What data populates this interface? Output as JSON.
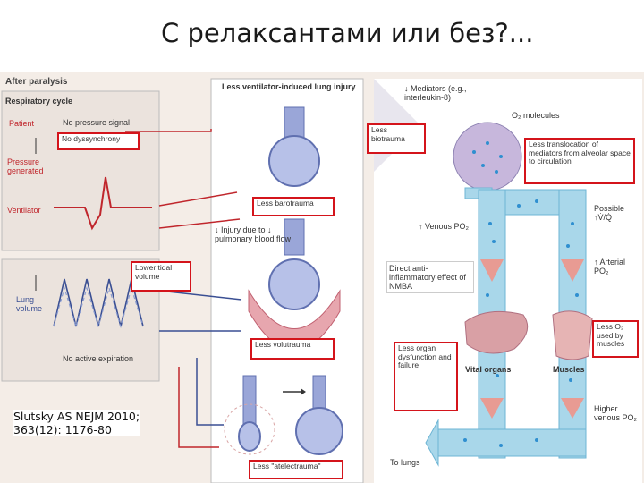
{
  "title": "С релаксантами или без?...",
  "citation": {
    "line1": "Slutsky AS NEJM 2010;",
    "line2": "363(12): 1176-80"
  },
  "left": {
    "after_paralysis": "After paralysis",
    "respiratory_cycle": "Respiratory cycle",
    "patient": "Patient",
    "pressure_generated": "Pressure generated",
    "ventilator": "Ventilator",
    "lung_volume": "Lung volume",
    "no_pressure_signal": "No pressure signal",
    "no_dyssynchrony": "No dyssynchrony",
    "lower_tidal_volume": "Lower tidal volume",
    "no_active_expiration": "No active expiration"
  },
  "middle": {
    "heading": "Less ventilator-induced lung injury",
    "less_barotrauma": "Less barotrauma",
    "injury_due": "↓ Injury due to ↓ pulmonary blood flow",
    "less_volutrauma": "Less volutrauma",
    "less_atelectrauma": "Less \"atelectrauma\""
  },
  "right": {
    "mediators": "↓ Mediators (e.g., interleukin-8)",
    "less_biotrauma": "Less biotrauma",
    "o2_molecules": "O₂ molecules",
    "less_translocation": "Less translocation of mediators from alveolar space to circulation",
    "venous_po2": "↑ Venous PO₂",
    "possible_vq": "Possible ↑V̇/Q̇",
    "arterial_po2": "↑ Arterial PO₂",
    "direct_anti": "Direct anti-inflammatory effect of NMBA",
    "less_o2_used": "Less O₂ used by muscles",
    "less_organ": "Less organ dysfunction and failure",
    "vital_organs": "Vital organs",
    "muscles": "Muscles",
    "higher_venous": "Higher venous PO₂",
    "to_lungs": "To lungs"
  },
  "colors": {
    "highlight_box": "#d4141b",
    "arterial": "#c0262c",
    "venous": "#3a4f93",
    "dots": "#2f8fd0"
  }
}
